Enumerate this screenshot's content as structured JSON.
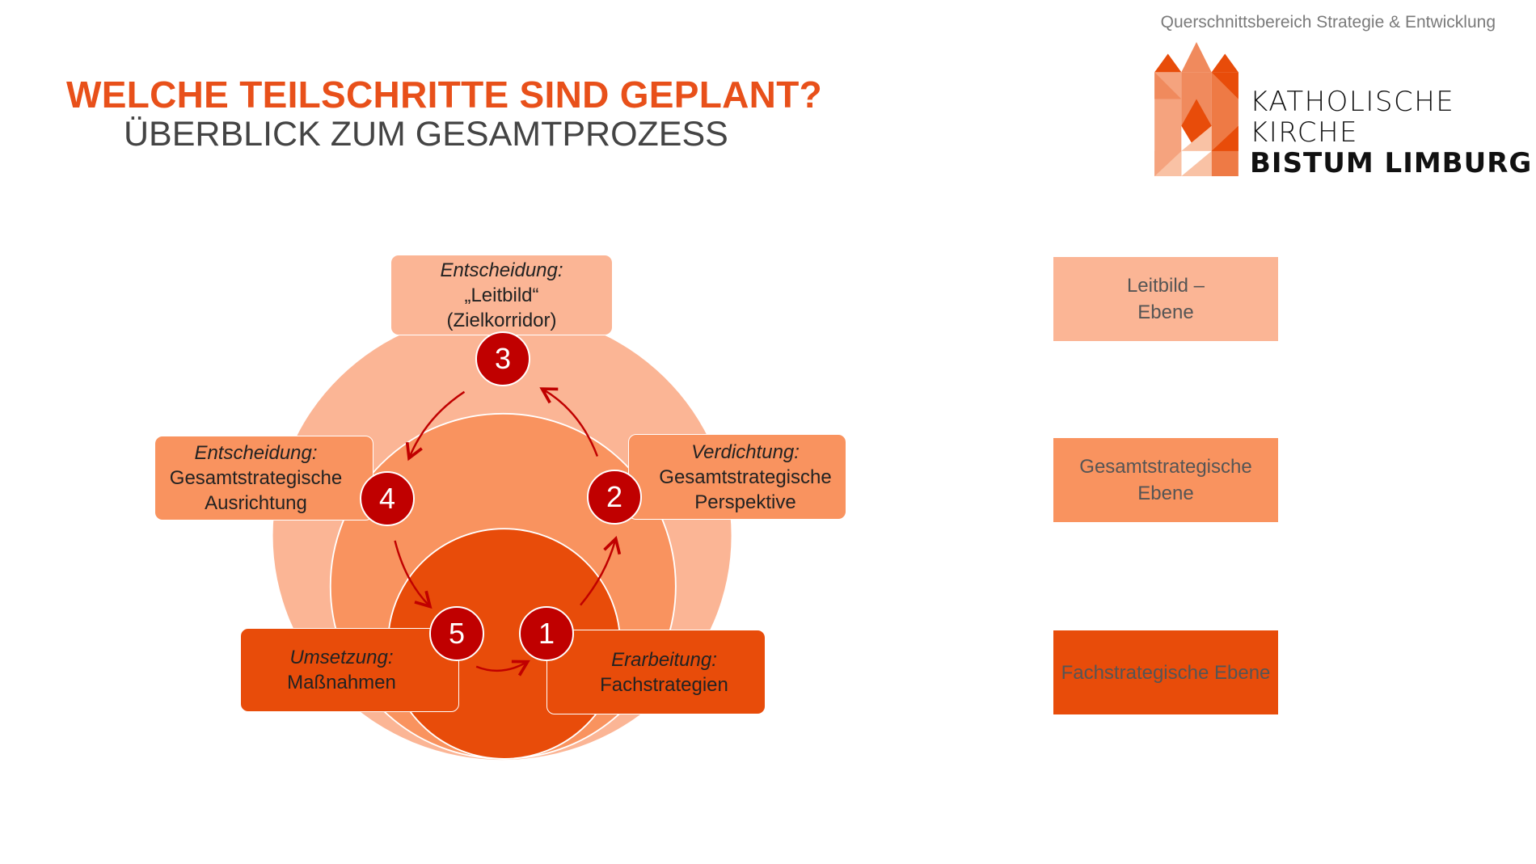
{
  "header": {
    "department": "Querschnittsbereich Strategie & Entwicklung",
    "title": "WELCHE TEILSCHRITTE SIND GEPLANT?",
    "subtitle": "ÜBERBLICK ZUM GESAMTPROZESS"
  },
  "logo": {
    "line1": "KATHOLISCHE",
    "line2": "KIRCHE",
    "line3": "BISTUM LIMBURG"
  },
  "colors": {
    "accent": "#e8501a",
    "leitbild": "#fbb595",
    "gesamt": "#f9935f",
    "fach": "#e84c0a",
    "step": "#c00000"
  },
  "steps": [
    {
      "number": "1",
      "kind": "Erarbeitung:",
      "text": [
        "Fachstrategien"
      ]
    },
    {
      "number": "2",
      "kind": "Verdichtung:",
      "text": [
        "Gesamtstrategische",
        "Perspektive"
      ]
    },
    {
      "number": "3",
      "kind": "Entscheidung:",
      "text": [
        "„Leitbild“",
        "(Zielkorridor)"
      ]
    },
    {
      "number": "4",
      "kind": "Entscheidung:",
      "text": [
        "Gesamtstrategische",
        "Ausrichtung"
      ]
    },
    {
      "number": "5",
      "kind": "Umsetzung:",
      "text": [
        "Maßnahmen"
      ]
    }
  ],
  "legend": [
    {
      "lines": [
        "Leitbild –",
        "Ebene"
      ]
    },
    {
      "lines": [
        "Gesamtstrategische",
        "Ebene"
      ]
    },
    {
      "lines": [
        "Fachstrategische Ebene"
      ]
    }
  ]
}
